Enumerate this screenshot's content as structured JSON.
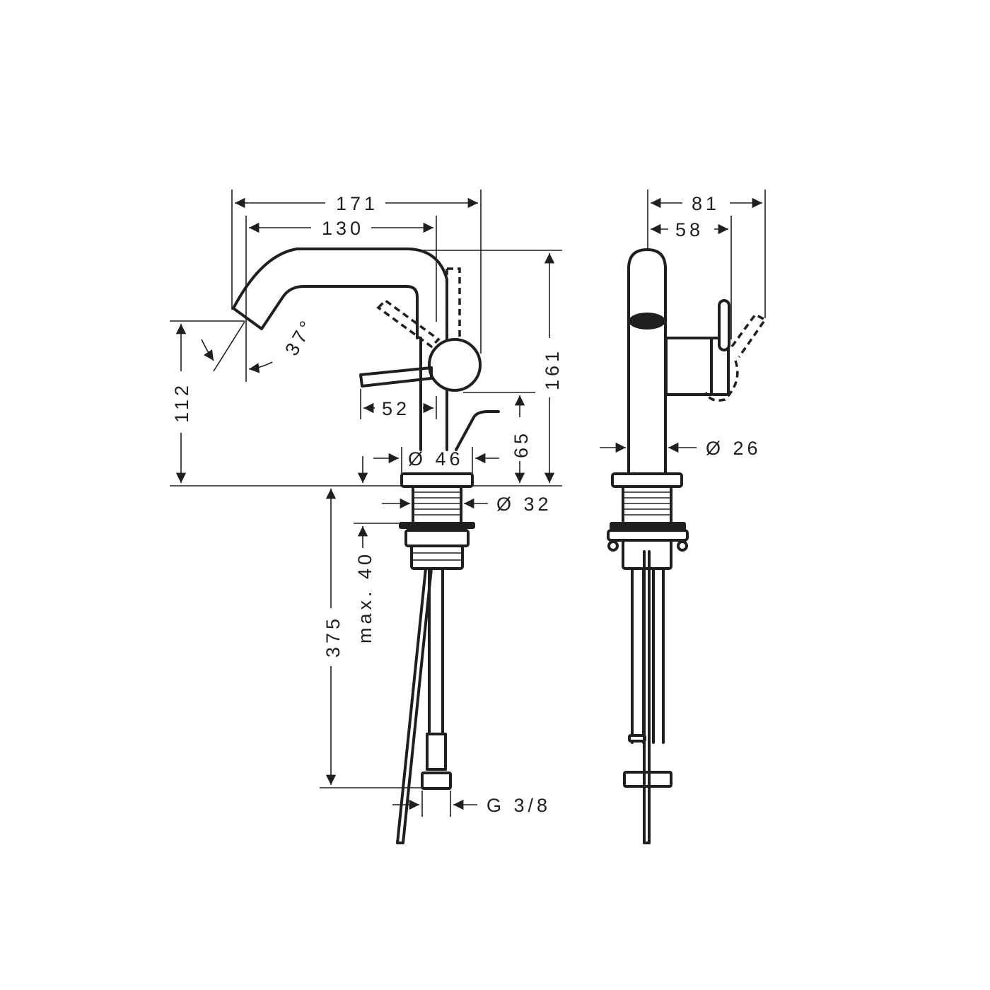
{
  "drawing": {
    "title": "Basin mixer dimensional drawing",
    "line_color": "#1f1f1f",
    "background": "#ffffff"
  },
  "side_view": {
    "dims": {
      "overall_width": "171",
      "spout_reach": "130",
      "spout_angle": "37°",
      "spout_height": "112",
      "overall_height": "161",
      "handle_reach": "52",
      "handle_height": "65",
      "base_diameter": "Ø 46",
      "shank_diameter": "Ø 32",
      "max_thickness": "max. 40",
      "hose_length": "375",
      "hose_thread": "G 3/8"
    }
  },
  "front_view": {
    "dims": {
      "overall_depth": "81",
      "handle_depth": "58",
      "body_diameter": "Ø 26"
    }
  }
}
